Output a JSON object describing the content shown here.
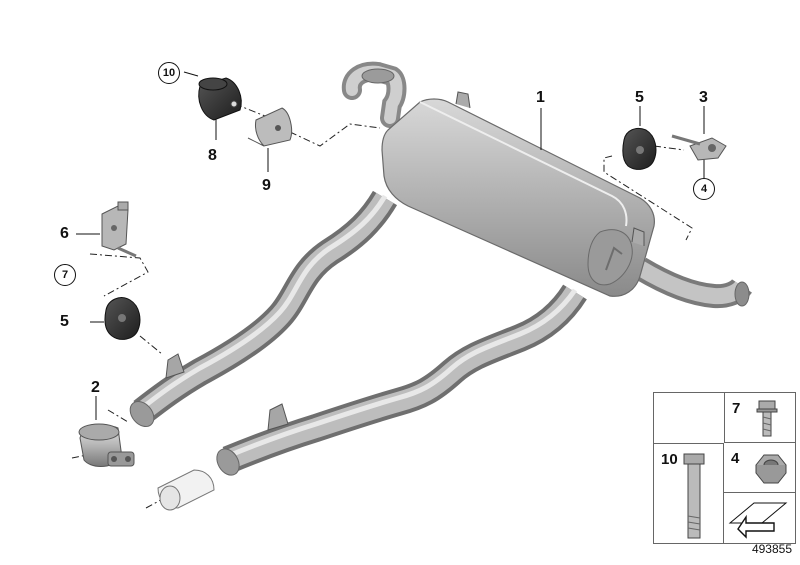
{
  "callouts": {
    "c1": "1",
    "c2": "2",
    "c3": "3",
    "c4": "4",
    "c5a": "5",
    "c5b": "5",
    "c6": "6",
    "c7": "7",
    "c8": "8",
    "c9": "9",
    "c10": "10"
  },
  "legend": {
    "item_7": "7",
    "item_10": "10",
    "item_4": "4"
  },
  "document_number": "493855",
  "colors": {
    "metal_light": "#d4d4d4",
    "metal_mid": "#a9a9a9",
    "metal_dark": "#7b7b7b",
    "rubber": "#2a2a2a",
    "line": "#111111"
  }
}
